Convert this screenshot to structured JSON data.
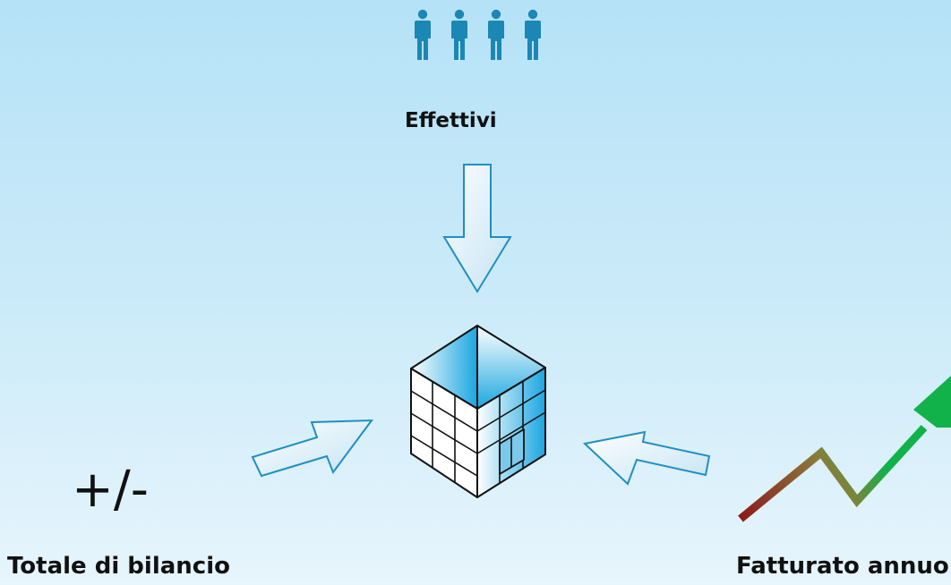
{
  "diagram": {
    "labels": {
      "employees": "Effettivi",
      "balance_sheet": "Totale di bilancio",
      "annual_turnover": "Fatturato annuo",
      "plus_minus": "+/-"
    },
    "colors": {
      "background_top": "#b5e2f7",
      "background_bottom": "#e7f5fc",
      "people": "#1b87b4",
      "arrow_stroke": "#1f8fc2",
      "building_blue": "#1aa6e0",
      "trend_green": "#12b24a",
      "trend_red": "#8b1a1a"
    },
    "icons": {
      "people": "people-icon",
      "building": "building-icon",
      "trend": "trend-line-icon"
    }
  }
}
